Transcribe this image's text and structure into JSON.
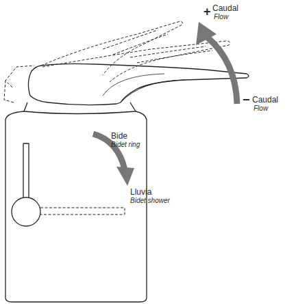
{
  "diagram": {
    "labels": [
      "+",
      "Caudal",
      "Flow",
      "−",
      "Caudal",
      "Flow",
      "Bide",
      "Bidet ring",
      "Lluvia",
      "Bidet shower"
    ]
  }
}
